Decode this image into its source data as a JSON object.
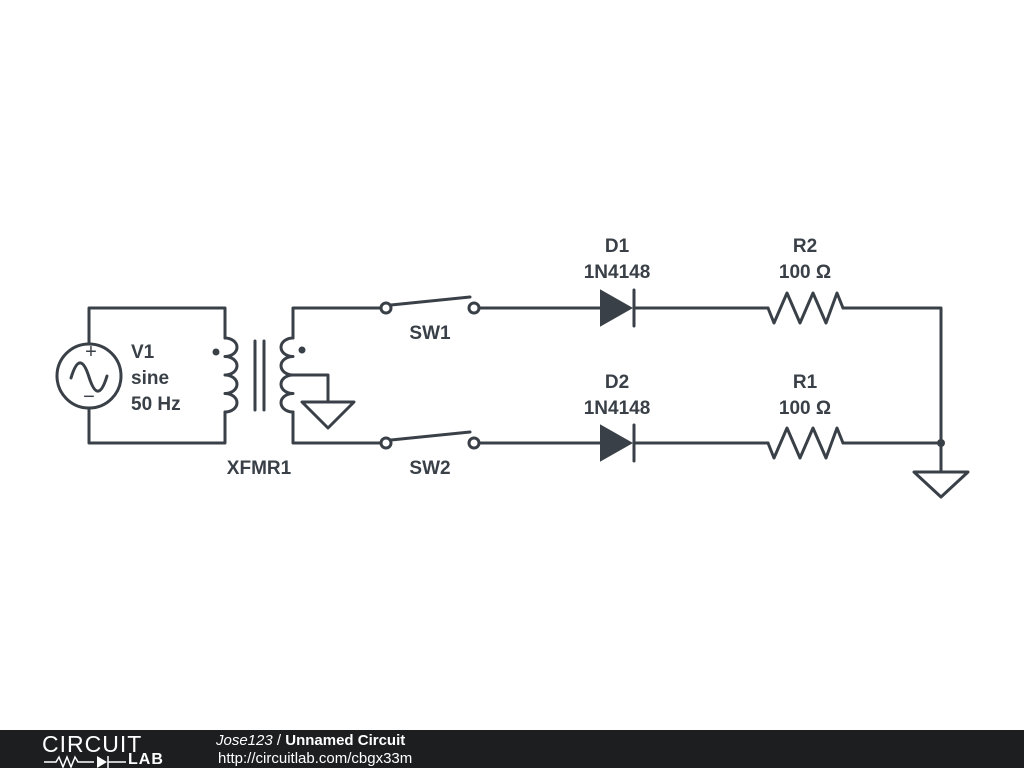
{
  "labels": {
    "v1_name": "V1",
    "v1_type": "sine",
    "v1_freq": "50 Hz",
    "xfmr": "XFMR1",
    "sw1": "SW1",
    "sw2": "SW2",
    "d1_name": "D1",
    "d1_part": "1N4148",
    "d2_name": "D2",
    "d2_part": "1N4148",
    "r2_name": "R2",
    "r2_value": "100 Ω",
    "r1_name": "R1",
    "r1_value": "100 Ω",
    "plus": "+",
    "minus": "−"
  },
  "footer": {
    "logo_top": "CIRCUIT",
    "logo_bottom": "LAB",
    "author": "Jose123",
    "separator": " / ",
    "title": "Unnamed Circuit",
    "url": "http://circuitlab.com/cbgx33m"
  },
  "colors": {
    "ink": "#3a4047",
    "footer_bg": "#1d1e1f"
  }
}
